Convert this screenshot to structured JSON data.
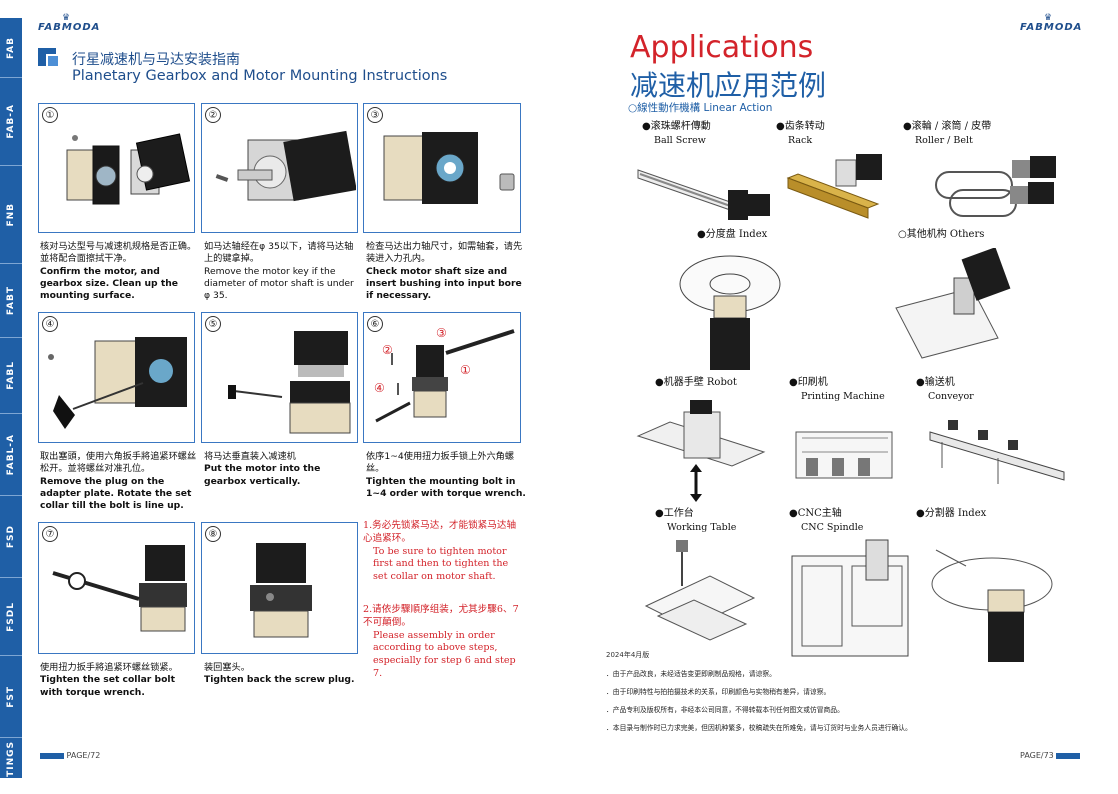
{
  "brand": {
    "name": "FABMODA"
  },
  "sidebar": {
    "tabs": [
      "FAB",
      "FAB-A",
      "FNB",
      "FABT",
      "FABL",
      "FABL-A",
      "FSD",
      "FSDL",
      "FST",
      "FITTINGS"
    ]
  },
  "left": {
    "title_cn": "行星减速机与马达安装指南",
    "title_en": "Planetary Gearbox and Motor Mounting Instructions",
    "steps": [
      {
        "num": "①",
        "cn": "核对马达型号与减速机规格是否正确。並将配合面擦拭干净。",
        "en": "Confirm the motor, and gearbox size. Clean up the mounting surface."
      },
      {
        "num": "②",
        "cn": "如马达轴经在φ 35以下，请将马达轴上的键拿掉。",
        "en": "Remove the motor key if the diameter of motor shaft is under φ 35."
      },
      {
        "num": "③",
        "cn": "检查马达出力轴尺寸，如需轴套，请先装进入力孔内。",
        "en": "Check motor shaft size and insert bushing into input bore if necessary."
      },
      {
        "num": "④",
        "cn": "取出塞頭，使用六角扳手將追紧环螺丝松开。並将螺丝对准孔位。",
        "en": "Remove the plug on the adapter plate.  Rotate the set collar till the bolt is line up."
      },
      {
        "num": "⑤",
        "cn": "将马达垂直装入减速机",
        "en": "Put the motor into the gearbox vertically."
      },
      {
        "num": "⑥",
        "cn": "依序1~4使用扭力扳手锁上外六角螺丝。",
        "en": "Tighten the mounting bolt in 1~4 order with torque wrench."
      },
      {
        "num": "⑦",
        "cn": "使用扭力扳手將追紧环螺丝锁紧。",
        "en": "Tighten the set collar bolt with torque wrench."
      },
      {
        "num": "⑧",
        "cn": "装回塞头。",
        "en": "Tighten back the screw plug."
      }
    ],
    "callouts": [
      "①",
      "②",
      "③",
      "④"
    ],
    "notes": [
      {
        "cn": "1.务必先锁紧马达，才能锁紧马达轴心追紧环。",
        "en": "To be sure to tighten motor first and then to tighten the set collar on motor shaft."
      },
      {
        "cn": "2.请依步驟順序组装，尤其步驟6、7不可顛倒。",
        "en": "Please assembly in order according to above steps, especially for step 6 and step 7."
      }
    ],
    "page": "PAGE/72"
  },
  "right": {
    "title_en": "Applications",
    "title_cn": "减速机应用范例",
    "subtitle": "○線性動作機構 Linear Action",
    "apps": [
      {
        "cn": "●滚珠螺杆傳動",
        "en": "Ball Screw"
      },
      {
        "cn": "●齿条转动",
        "en": "Rack"
      },
      {
        "cn": "●滚輪 / 滚筒 /  皮帶",
        "en": "Roller / Belt"
      },
      {
        "cn": "●分度盘   Index",
        "en": ""
      },
      {
        "cn": "○其他机构 Others",
        "en": ""
      },
      {
        "cn": "●机器手壁   Robot",
        "en": ""
      },
      {
        "cn": "●印刷机",
        "en": "Printing Machine"
      },
      {
        "cn": "●输送机",
        "en": "Conveyor"
      },
      {
        "cn": "●工作台",
        "en": "Working Table"
      },
      {
        "cn": "●CNC主轴",
        "en": "CNC Spindle"
      },
      {
        "cn": "●分割器   Index",
        "en": ""
      }
    ],
    "date": "2024年4月版",
    "footnotes": [
      "．由于产品改良，未经适告变更即刷制品规格，请谅察。",
      "．由于印刷特性与拍拍摄技术的关系，印刷颜色与实物稍有差异，请谅察。",
      "．产品专利及版权所有，非经本公司同意，不得转载本刊任何图文或仿冒商品。",
      "．本目录与制作时已力求完美，但因机种繁多，校稿疏失在所难免，请与订货时与业务人员进行确认。"
    ],
    "page": "PAGE/73"
  },
  "colors": {
    "accent": "#1f5fa6",
    "note_red": "#d3232a",
    "app_title_red": "#d3232a",
    "app_title_blue": "#1f5fa6"
  }
}
